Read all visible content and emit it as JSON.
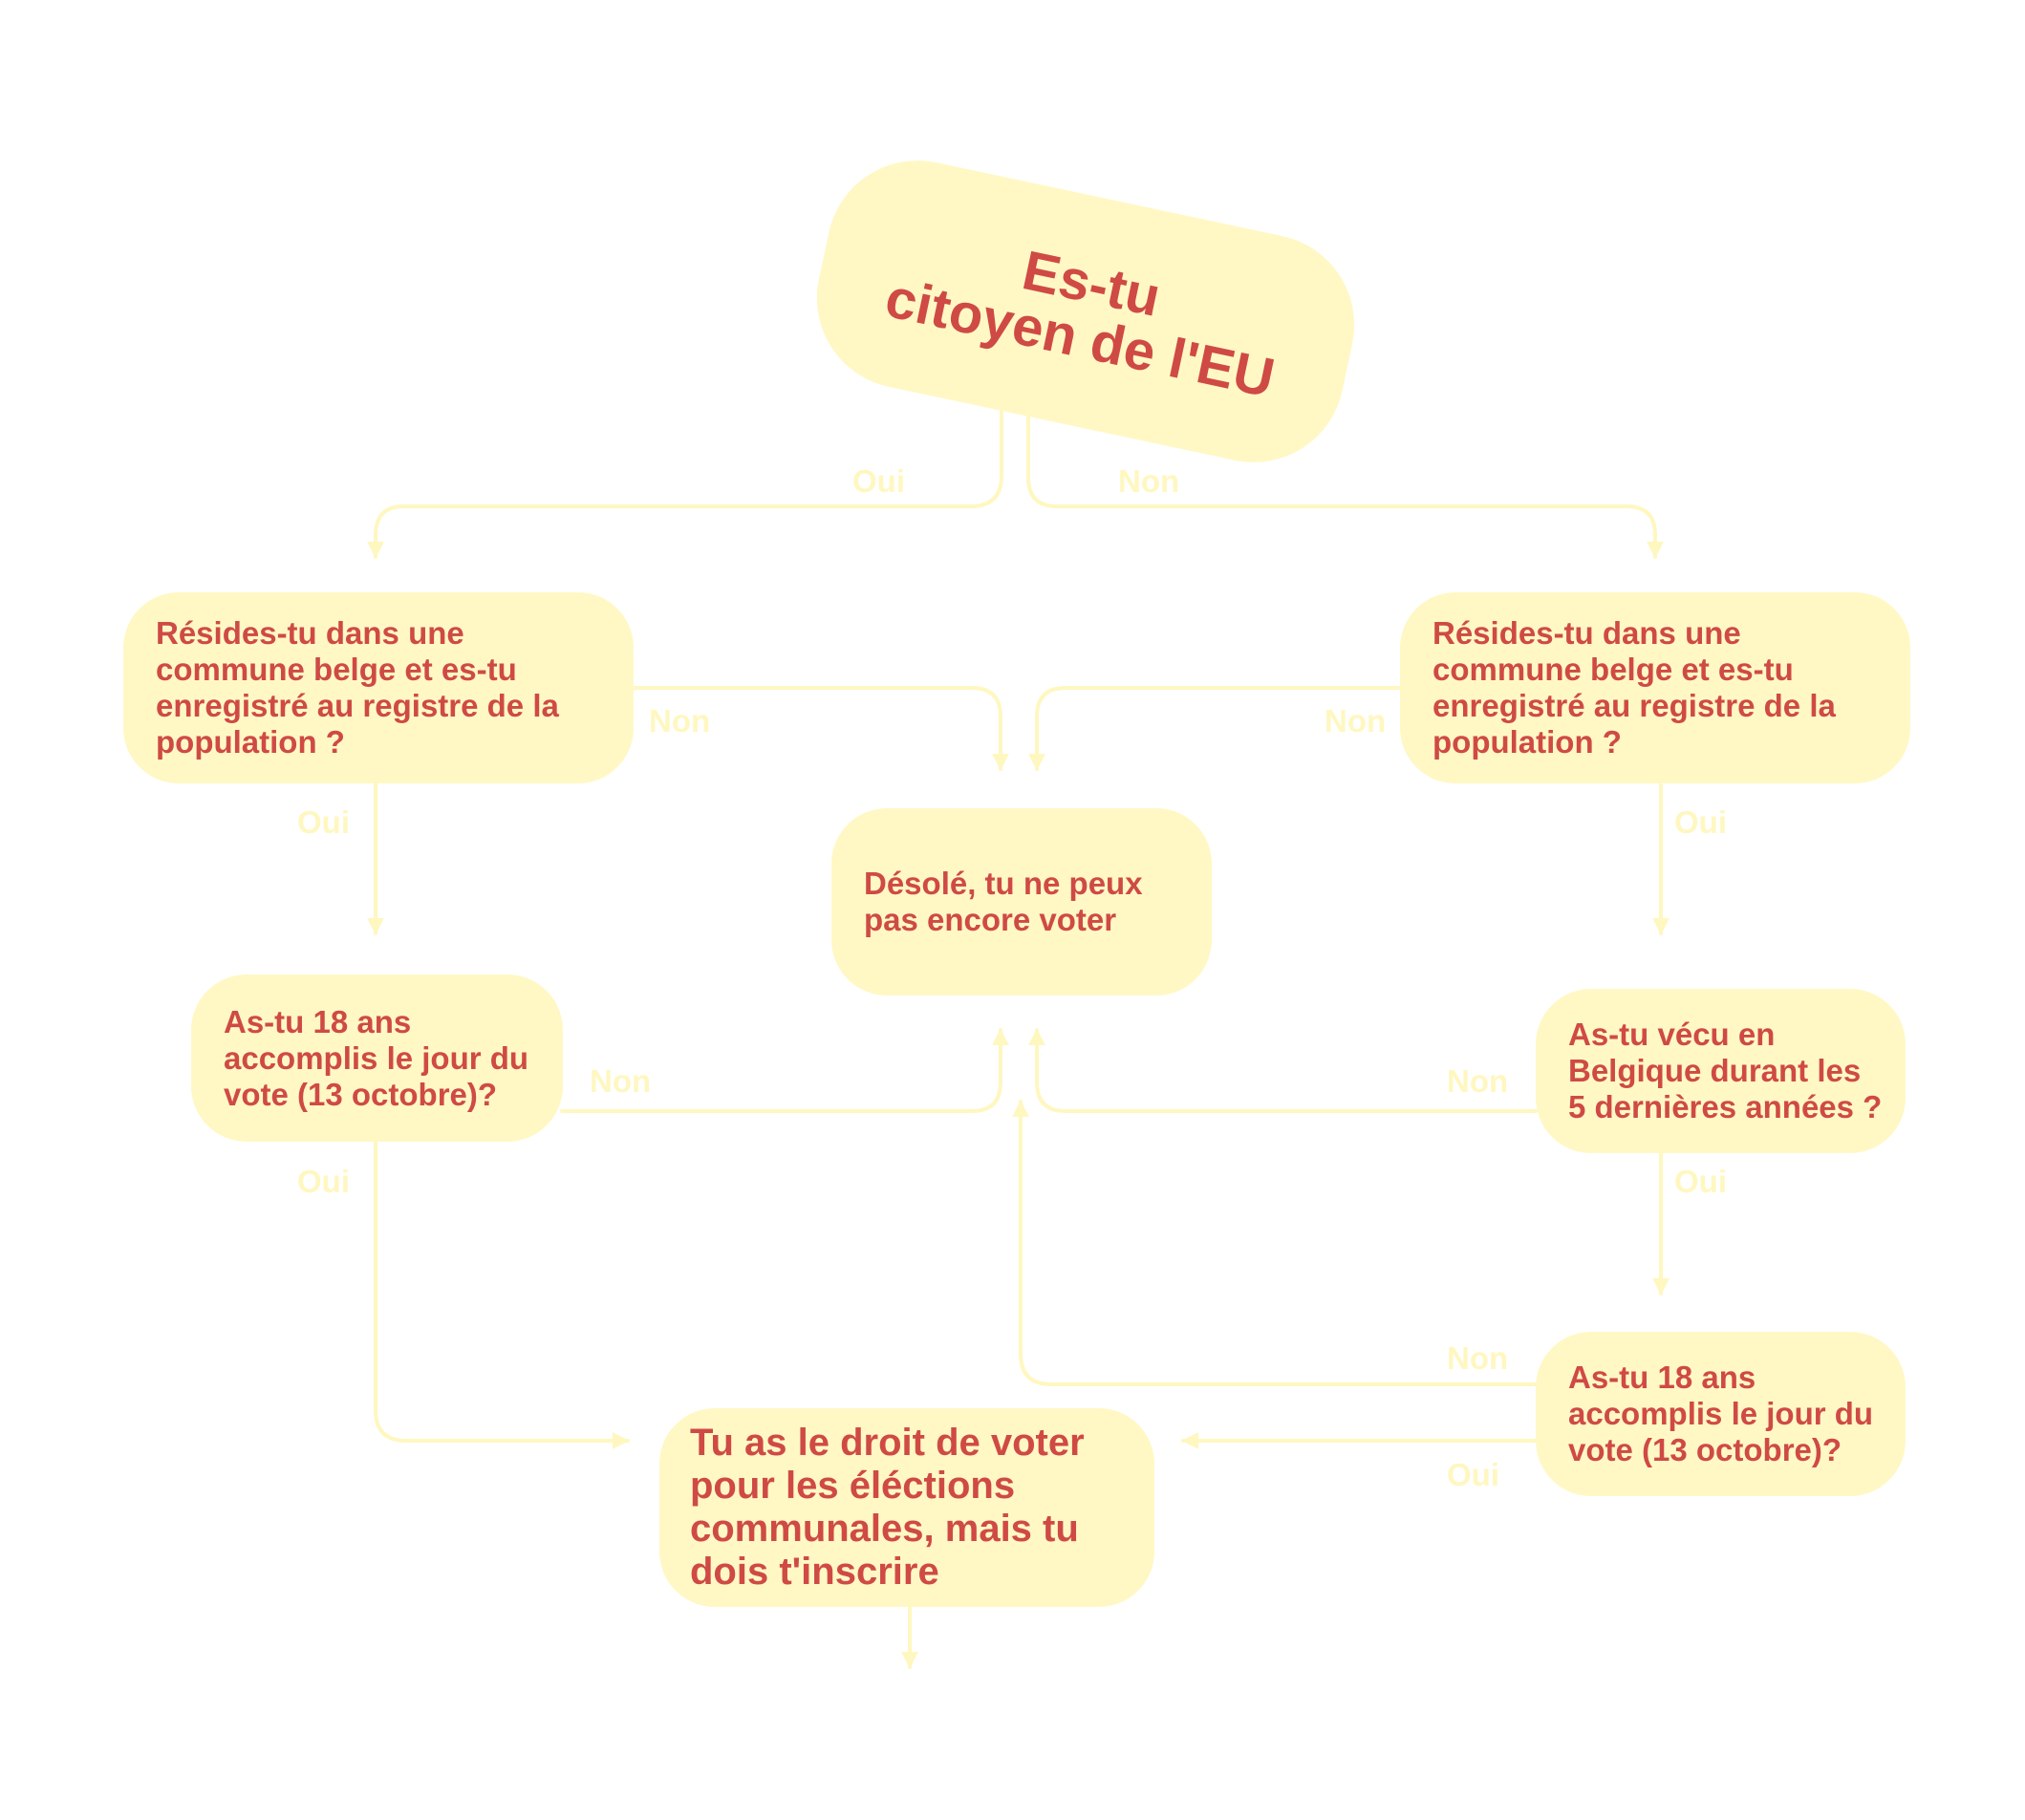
{
  "colors": {
    "box_fill": "#fff8c5",
    "text": "#cf4a45",
    "connector": "#fff7c0",
    "background": "#ffffff"
  },
  "nodes": {
    "start": "Es-tu\ncitoyen de l'EU",
    "left_residence": "Résides-tu dans une\ncommune belge et es-tu\nenregistré au registre de la\npopulation ?",
    "right_residence": "Résides-tu dans une\ncommune belge et es-tu\nenregistré au registre de la\npopulation ?",
    "cannot_vote": "Désolé, tu ne peux\npas encore voter",
    "left_age": "As-tu 18 ans\naccomplis le jour du\nvote (13 octobre)?",
    "right_lived": "As-tu vécu en\nBelgique durant les\n5 dernières années ?",
    "right_age": "As-tu 18 ans\naccomplis le jour du\nvote (13 octobre)?",
    "can_vote": "Tu as le droit de voter\npour les éléctions\ncommunales, mais tu\ndois t'inscrire"
  },
  "edges": {
    "start_oui": "Oui",
    "start_non": "Non",
    "left_residence_non": "Non",
    "right_residence_non": "Non",
    "left_residence_oui": "Oui",
    "right_residence_oui": "Oui",
    "left_age_non": "Non",
    "right_lived_non": "Non",
    "left_age_oui": "Oui",
    "right_lived_oui": "Oui",
    "right_age_non": "Non",
    "right_age_oui": "Oui"
  }
}
